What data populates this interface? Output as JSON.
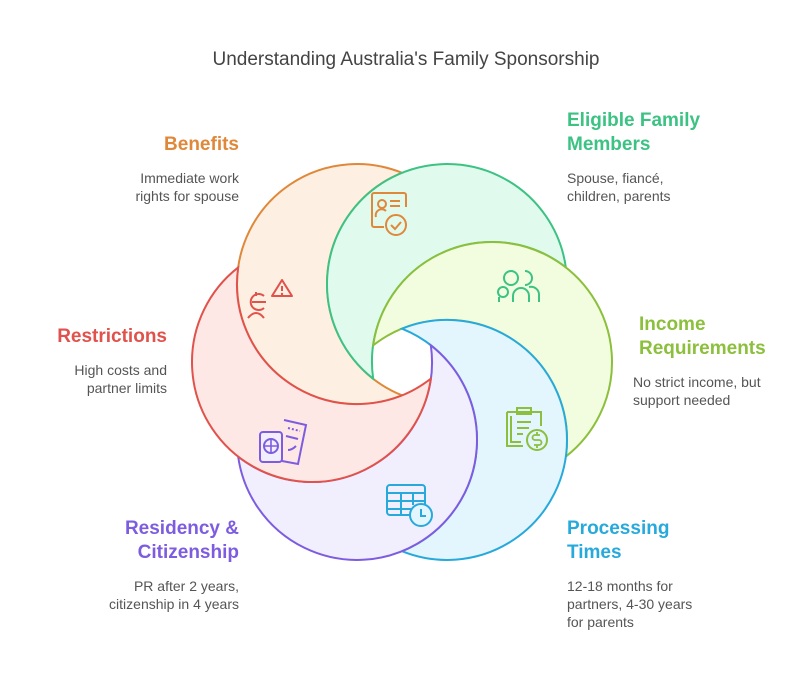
{
  "title": "Understanding Australia's Family Sponsorship",
  "segments": [
    {
      "id": "benefits",
      "heading": "Benefits",
      "heading_lines": [
        "Benefits"
      ],
      "description_lines": [
        "Immediate work",
        "rights for spouse"
      ],
      "icon": "id-card-check-icon",
      "stroke": "#E0883A",
      "fill": "#FDEFE2"
    },
    {
      "id": "eligible",
      "heading": "Eligible Family Members",
      "heading_lines": [
        "Eligible Family",
        "Members"
      ],
      "description_lines": [
        "Spouse, fiancé,",
        "children, parents"
      ],
      "icon": "family-group-icon",
      "stroke": "#3CC283",
      "fill": "#E0FBEE"
    },
    {
      "id": "income",
      "heading": "Income Requirements",
      "heading_lines": [
        "Income",
        "Requirements"
      ],
      "description_lines": [
        "No strict income, but",
        "support needed"
      ],
      "icon": "clipboard-dollar-icon",
      "stroke": "#8BBF3C",
      "fill": "#F2FDDF"
    },
    {
      "id": "processing",
      "heading": "Processing Times",
      "heading_lines": [
        "Processing",
        "Times"
      ],
      "description_lines": [
        "12-18 months for",
        "partners, 4-30 years",
        "for parents"
      ],
      "icon": "table-clock-icon",
      "stroke": "#27A9DC",
      "fill": "#E3F6FD"
    },
    {
      "id": "residency",
      "heading": "Residency & Citizenship",
      "heading_lines": [
        "Residency &",
        "Citizenship"
      ],
      "description_lines": [
        "PR after 2 years,",
        "citizenship in 4 years"
      ],
      "icon": "passport-ticket-icon",
      "stroke": "#7D5CE0",
      "fill": "#F1EEFD"
    },
    {
      "id": "restrictions",
      "heading": "Restrictions",
      "heading_lines": [
        "Restrictions"
      ],
      "description_lines": [
        "High costs and",
        "partner limits"
      ],
      "icon": "person-euro-warning-icon",
      "stroke": "#E0524B",
      "fill": "#FDE8E6"
    }
  ]
}
